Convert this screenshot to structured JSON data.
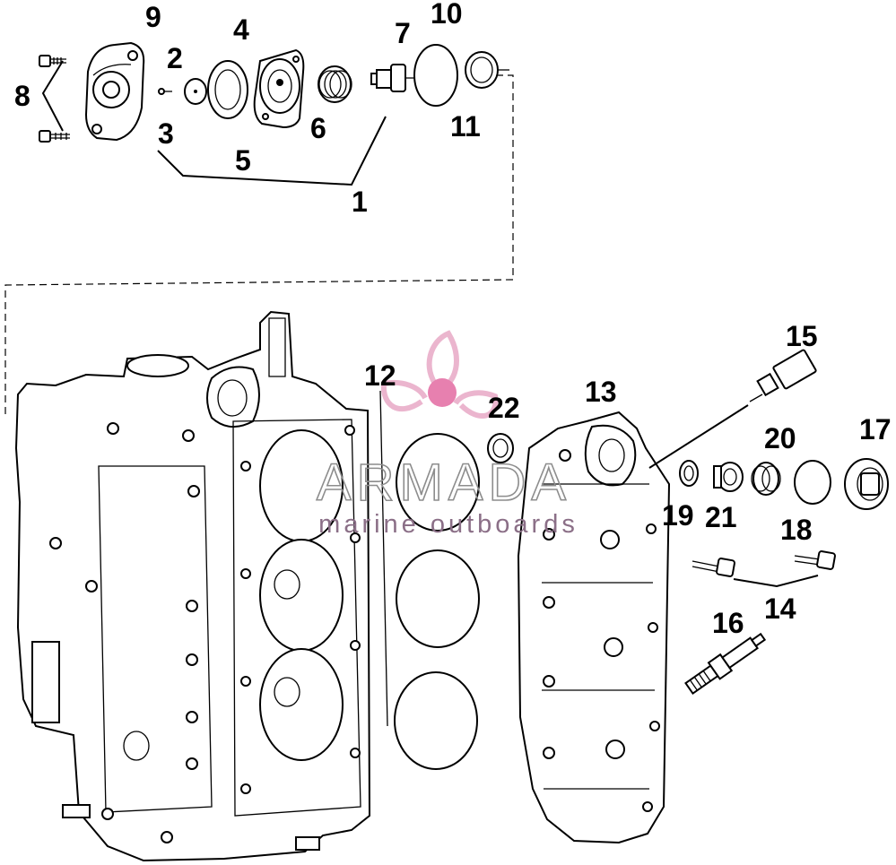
{
  "callouts": {
    "c1": "1",
    "c2": "2",
    "c3": "3",
    "c4": "4",
    "c5": "5",
    "c6": "6",
    "c7": "7",
    "c8": "8",
    "c9": "9",
    "c10": "10",
    "c11": "11",
    "c12": "12",
    "c13": "13",
    "c14": "14",
    "c15": "15",
    "c16": "16",
    "c17": "17",
    "c18": "18",
    "c19": "19",
    "c20": "20",
    "c21": "21",
    "c22": "22"
  },
  "watermark": {
    "brand": "ARMADA",
    "tagline": "marine outboards",
    "colors": {
      "logo": "#e8a9c6",
      "logo_center": "#e36aa2",
      "text": "#8d8d8d"
    }
  },
  "colors": {
    "ink": "#000000",
    "paper": "#ffffff"
  }
}
